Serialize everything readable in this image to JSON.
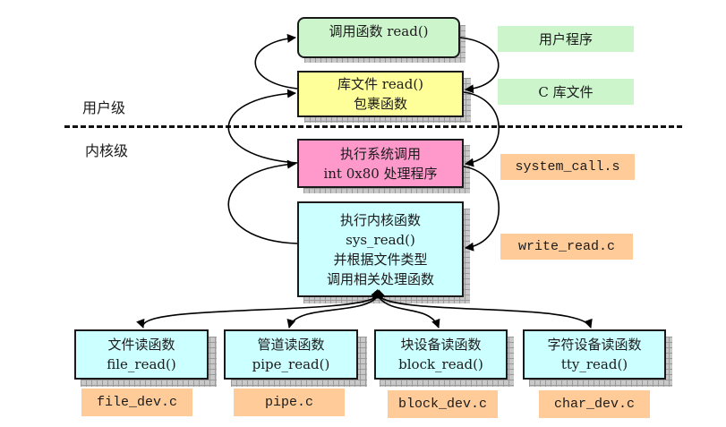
{
  "colors": {
    "user_box": "#ccf5cc",
    "lib_box": "#ffff99",
    "syscall_box": "#ff99cc",
    "kernel_box": "#ccffff",
    "green_tag": "#ccf5cc",
    "orange_tag": "#ffcc99"
  },
  "levels": {
    "user": "用户级",
    "kernel": "内核级"
  },
  "boxes": {
    "user_call": [
      "调用函数 read()"
    ],
    "lib_wrapper": [
      "库文件 read()",
      "包裹函数"
    ],
    "syscall": [
      "执行系统调用",
      "int 0x80 处理程序"
    ],
    "kernel_func": [
      "执行内核函数",
      "sys_read()",
      "并根据文件类型",
      "调用相关处理函数"
    ],
    "file_read": [
      "文件读函数",
      "file_read()"
    ],
    "pipe_read": [
      "管道读函数",
      "pipe_read()"
    ],
    "block_read": [
      "块设备读函数",
      "block_read()"
    ],
    "tty_read": [
      "字符设备读函数",
      "tty_read()"
    ]
  },
  "tags": {
    "user_program": "用户程序",
    "c_library": "C 库文件",
    "system_call_s": "system_call.s",
    "write_read_c": "write_read.c",
    "file_dev_c": "file_dev.c",
    "pipe_c": "pipe.c",
    "block_dev_c": "block_dev.c",
    "char_dev_c": "char_dev.c"
  }
}
